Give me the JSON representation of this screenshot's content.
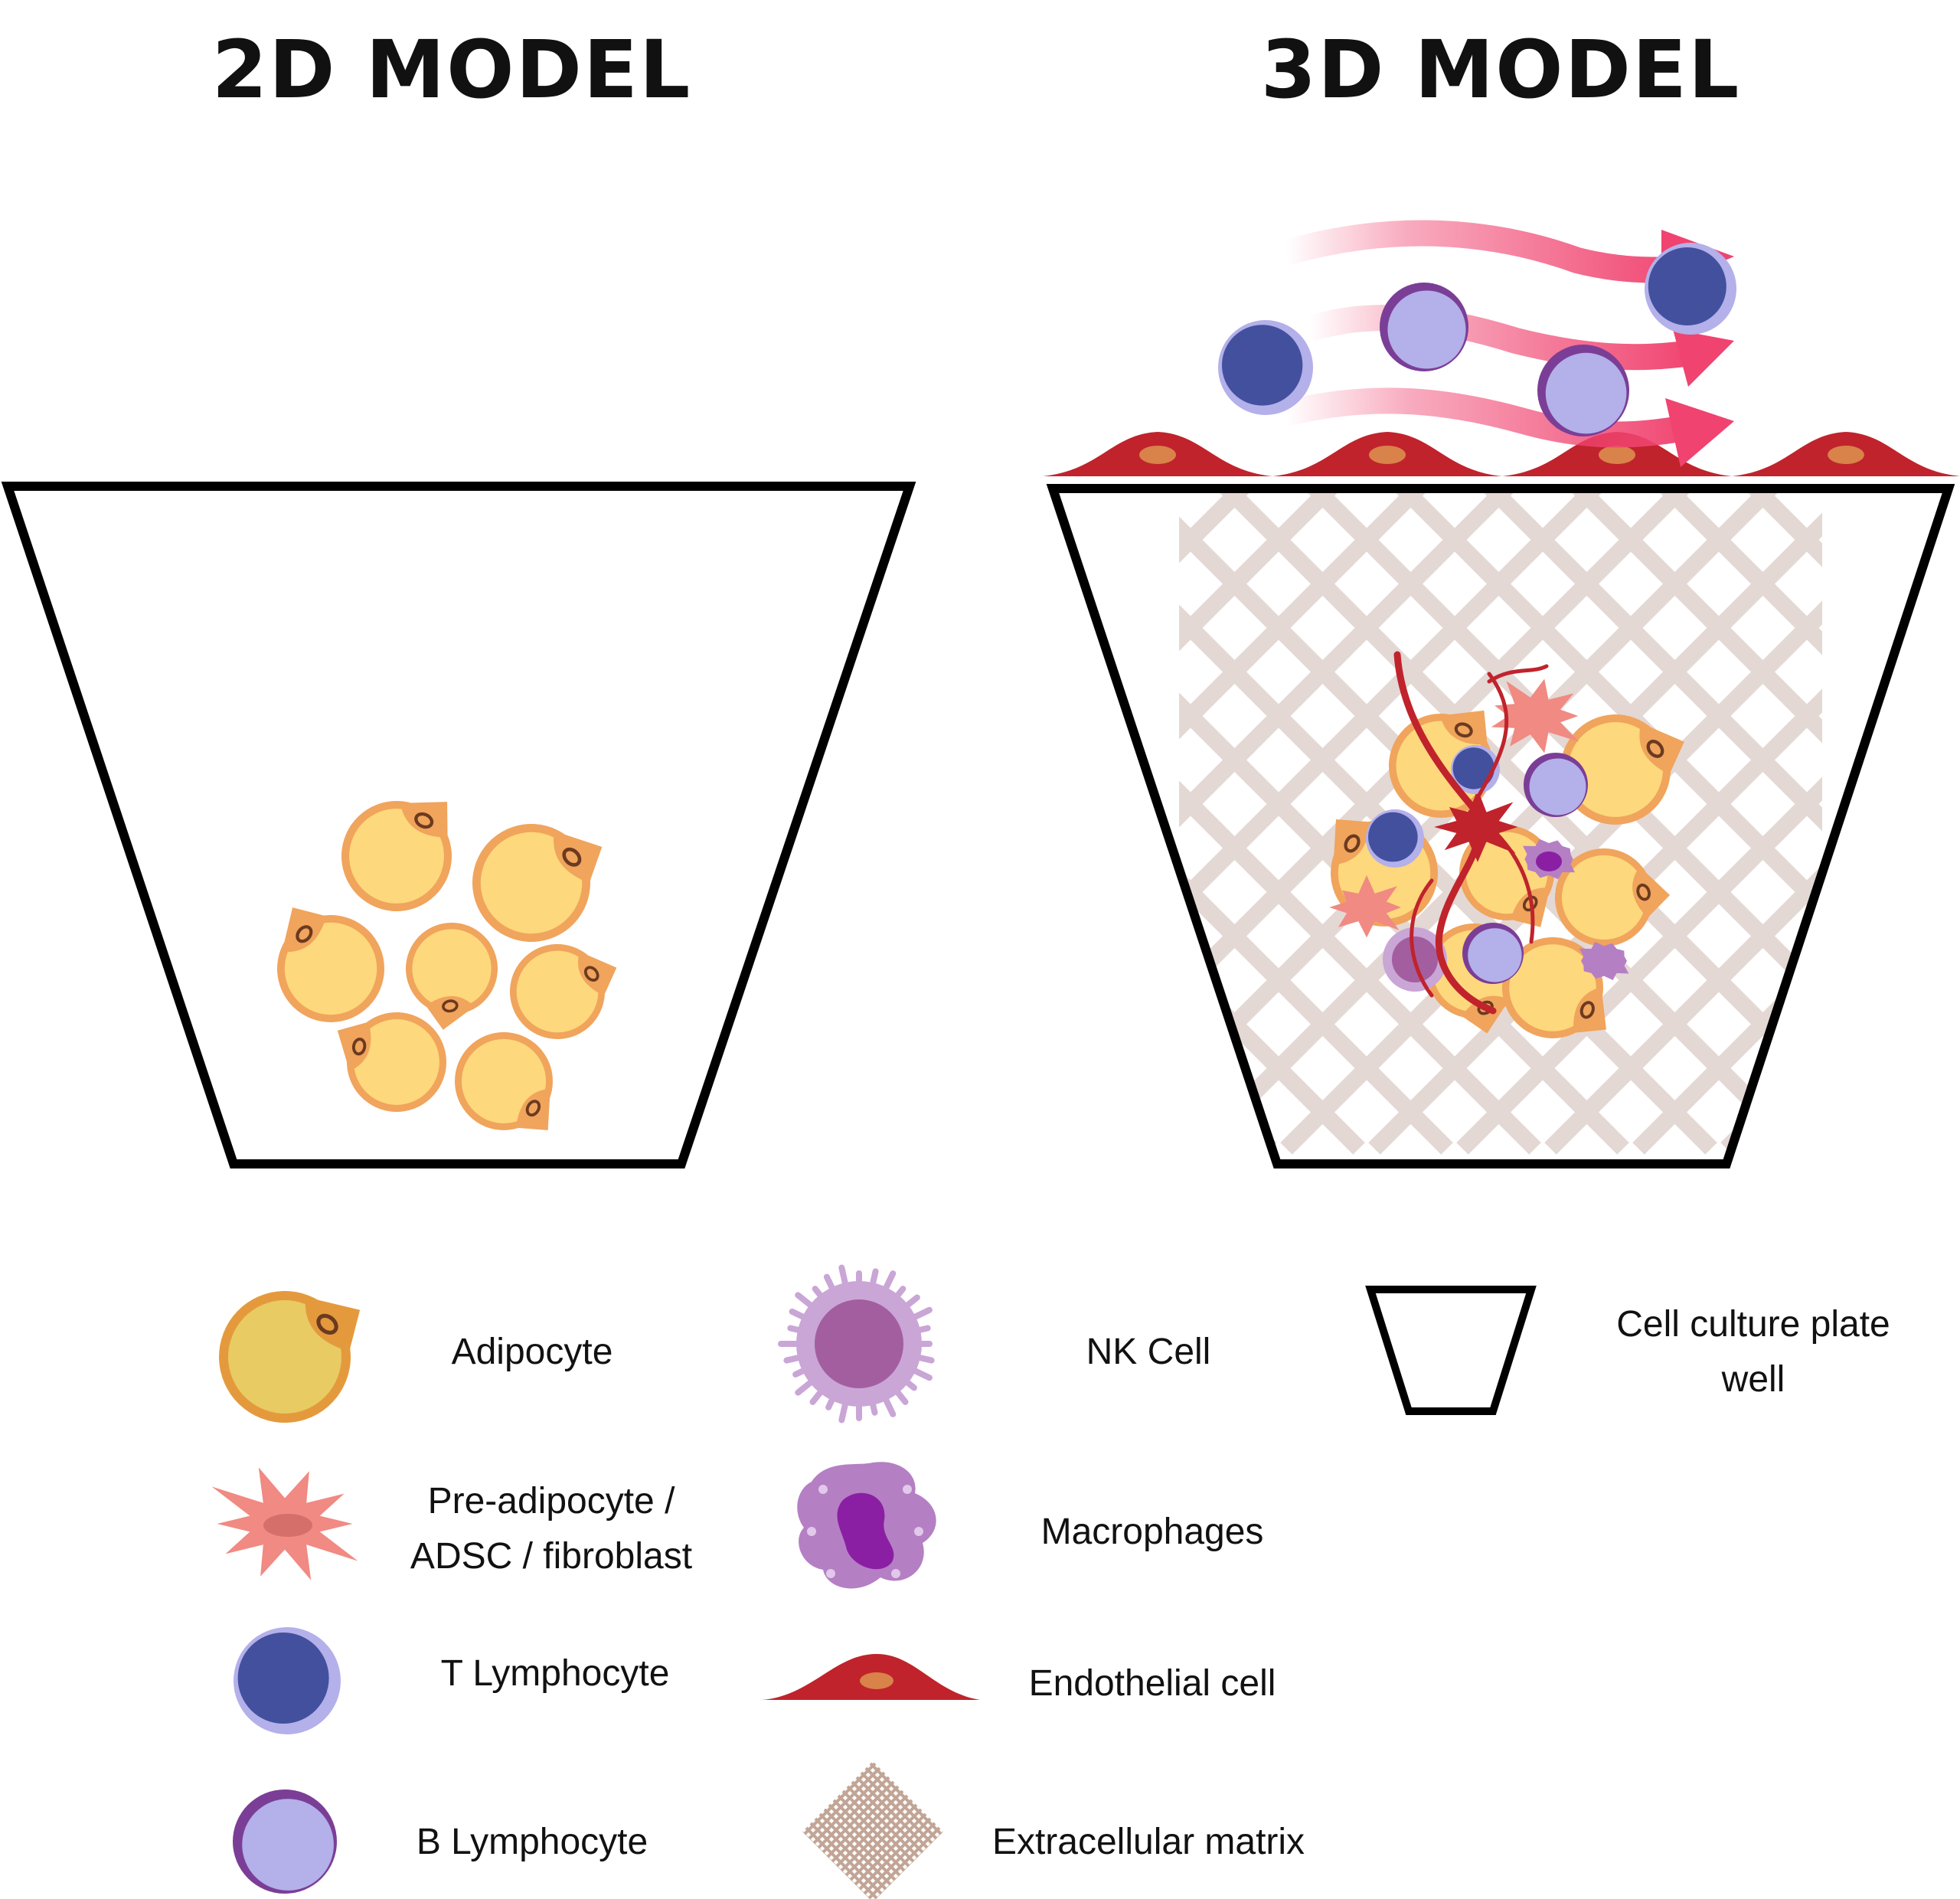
{
  "panels": {
    "left_title": "2D MODEL",
    "right_title": "3D MODEL"
  },
  "legend": {
    "adipocyte": "Adipocyte",
    "preadipocyte_line1": "Pre-adipocyte /",
    "preadipocyte_line2": "ADSC / fibroblast",
    "t_lymphocyte": "T Lymphocyte",
    "b_lymphocyte": "B Lymphocyte",
    "nk_cell": "NK Cell",
    "macrophages": "Macrophages",
    "endothelial": "Endothelial cell",
    "ecm": "Extracellular matrix",
    "plate_line1": "Cell culture plate",
    "plate_line2": "well"
  },
  "colors": {
    "adipocyte_fill": "#fdd87c",
    "adipocyte_rim": "#f0a45c",
    "preadipocyte": "#f08a82",
    "t_lymphocyte": "#43509e",
    "t_lymphocyte_halo": "#b3b0ea",
    "b_lymphocyte": "#b3b0ea",
    "b_lymphocyte_rim": "#7b3e97",
    "nk_cell": "#a35ea0",
    "nk_halo": "#c9a6d6",
    "macrophage": "#b57fc4",
    "macrophage_nucleus": "#8a1fa4",
    "endothelial": "#c0232c",
    "endothelial_nucleus": "#d9824a",
    "ecm": "#e3d8d4",
    "arrow": "#f0436f"
  }
}
